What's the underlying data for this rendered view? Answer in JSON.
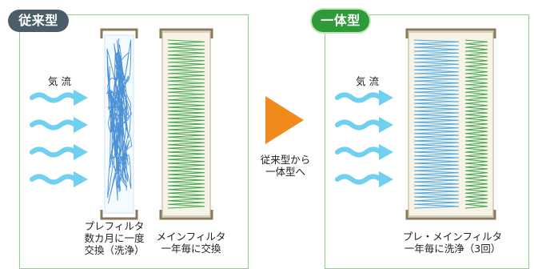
{
  "left_panel": {
    "badge": "従来型",
    "airflow_label": "気 流",
    "pre_filter_caption": [
      "プレフィルタ",
      "数カ月に一度",
      "交換（洗浄）"
    ],
    "main_filter_caption": [
      "メインフィルタ",
      "一年毎に交換"
    ]
  },
  "transition": {
    "caption": [
      "従来型から",
      "一体型へ"
    ]
  },
  "right_panel": {
    "badge": "一体型",
    "airflow_label": "気 流",
    "filter_caption": [
      "プレ・メインフィルタ",
      "一年毎に洗浄（3回）"
    ]
  },
  "colors": {
    "panel_border": "#8fce8c",
    "left_badge": "#4a5d68",
    "right_badge": "#2f9a3a",
    "arrow": "#f08a1c",
    "airflow": "#6fd0ef",
    "pleat_green": "#3fa452",
    "pleat_blue": "#4aa8e6",
    "pre_filter_fiber": "#2f7fd0",
    "frame": "#8a7a5c"
  }
}
